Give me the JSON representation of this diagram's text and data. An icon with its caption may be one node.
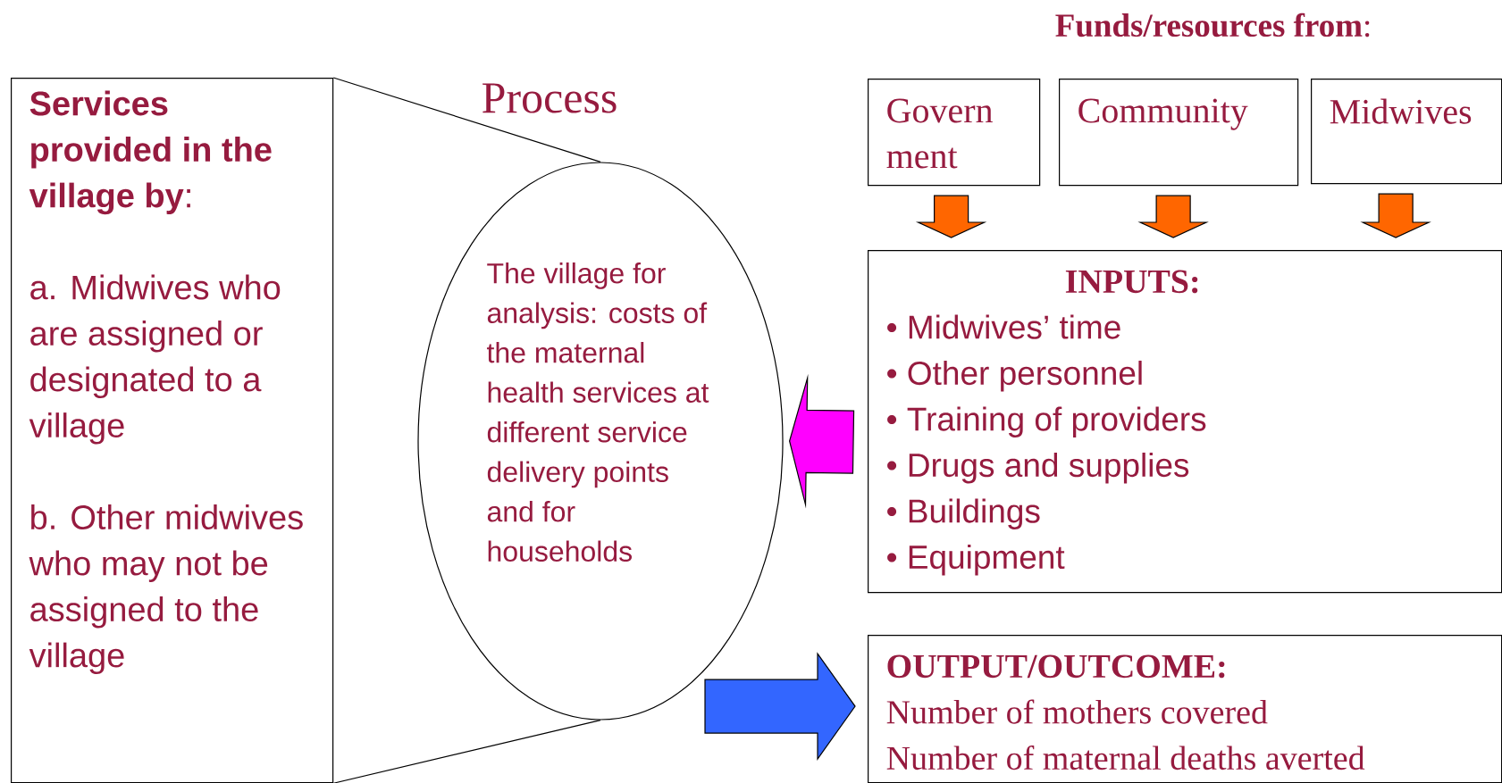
{
  "diagram": {
    "title": "**Funds/resources from**:",
    "nodes": [
      {
        "text": [
          "**Services provided in the village by**:",
          "a. Midwives who are assigned or designated to a village",
          "b. Other midwives who may not be assigned to the village"
        ]
      },
      {
        "text": [
          "The village for analysis: costs of the maternal health services at different service delivery points and  for households"
        ],
        "beside": [
          "Process"
        ]
      },
      {
        "text": [
          "Govern ment"
        ]
      },
      {
        "text": [
          "Community"
        ]
      },
      {
        "text": [
          "Midwives"
        ]
      },
      {
        "text": [
          "INPUTS:",
          "• Midwives’ time",
          "• Other personnel",
          "• Training of providers",
          "• Drugs and supplies",
          "• Buildings",
          "• Equipment"
        ]
      },
      {
        "text": [
          "OUTPUT/OUTCOME:",
          "Number of mothers covered",
          "Number of maternal deaths averted"
        ]
      }
    ],
    "edges": [
      {
        "from": 0,
        "to": 1,
        "arrow": "none"
      },
      {
        "from": 0,
        "to": 1,
        "arrow": "none"
      },
      {
        "from": 2,
        "to": 5,
        "arrow": "to",
        "color": "#ff6600"
      },
      {
        "from": 3,
        "to": 5,
        "arrow": "to",
        "color": "#ff6600"
      },
      {
        "from": 4,
        "to": 5,
        "arrow": "to",
        "color": "#ff6600"
      },
      {
        "from": 5,
        "to": 1,
        "arrow": "to",
        "color": "#ff00ff"
      },
      {
        "from": 1,
        "to": 6,
        "arrow": "to",
        "color": "#3366ff"
      }
    ]
  }
}
